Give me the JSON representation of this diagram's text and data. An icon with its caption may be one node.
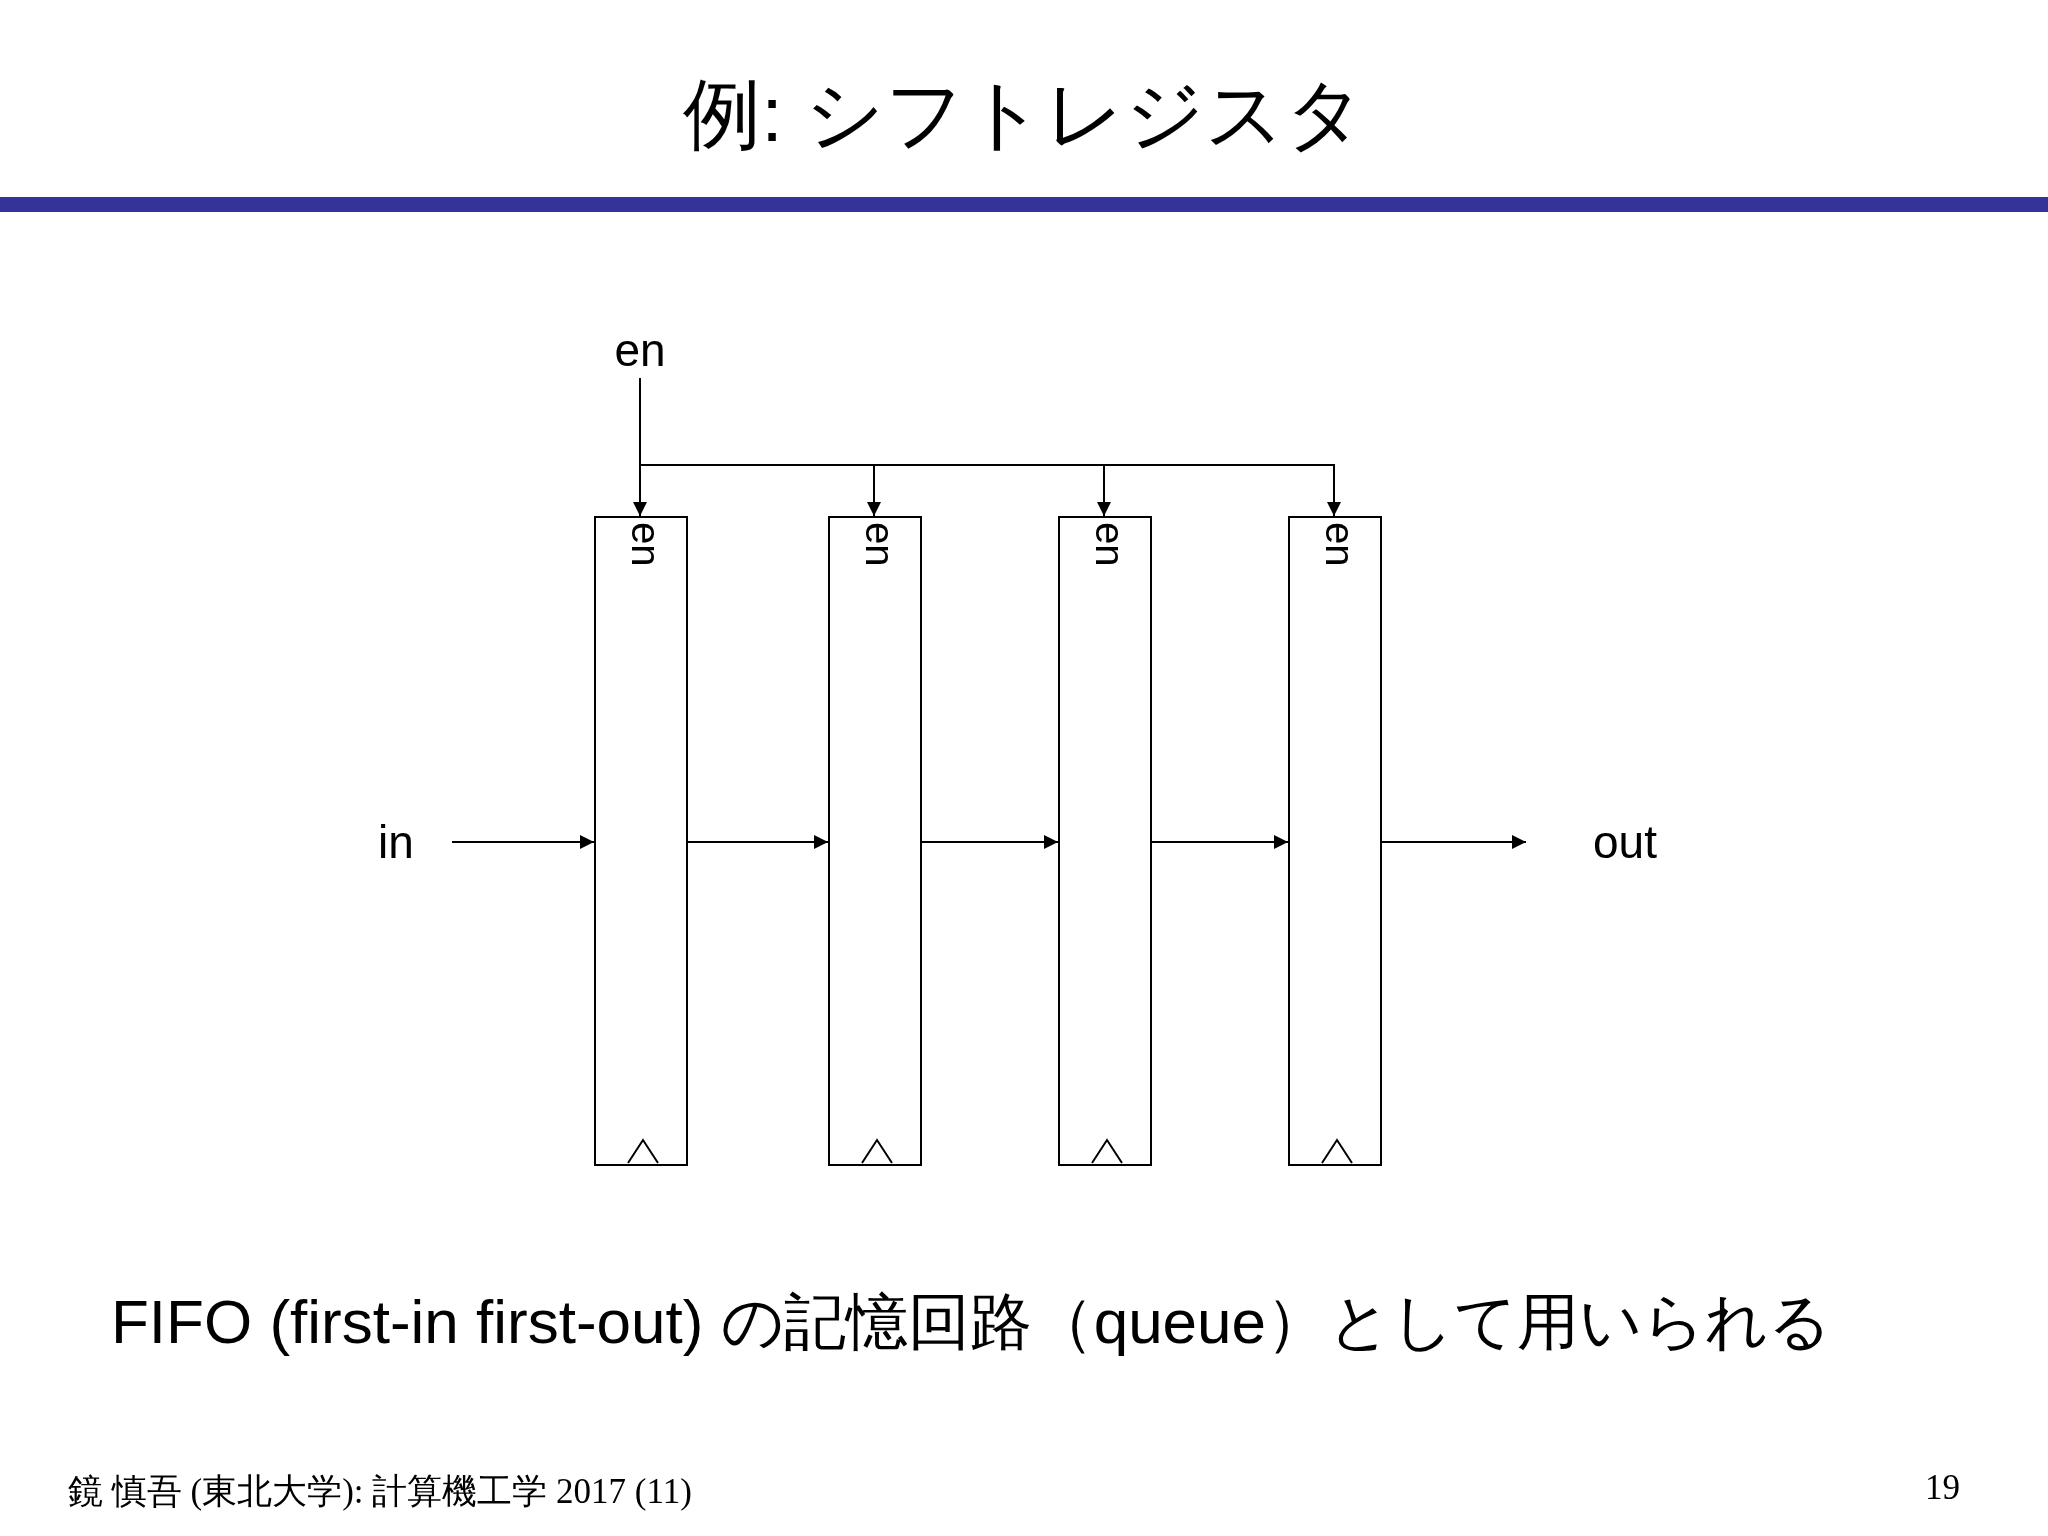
{
  "diagram": {
    "title": "例: シフトレジスタ",
    "caption": "FIFO (first-in first-out) の記憶回路（queue）として用いられる",
    "nodes": [
      {
        "text": [
          "en"
        ]
      },
      {
        "text": [
          "en"
        ]
      },
      {
        "text": [
          "en"
        ]
      },
      {
        "text": [
          "en"
        ]
      },
      {
        "text": [
          "en"
        ]
      },
      {
        "text": [
          "in"
        ]
      },
      {
        "text": [
          "out"
        ]
      }
    ],
    "edges": [
      {
        "from": 0,
        "to": 1,
        "arrow": "to"
      },
      {
        "from": 0,
        "to": 2,
        "arrow": "to"
      },
      {
        "from": 0,
        "to": 3,
        "arrow": "to"
      },
      {
        "from": 0,
        "to": 4,
        "arrow": "to"
      },
      {
        "from": 5,
        "to": 1,
        "arrow": "to"
      },
      {
        "from": 1,
        "to": 2,
        "arrow": "to"
      },
      {
        "from": 2,
        "to": 3,
        "arrow": "to"
      },
      {
        "from": 3,
        "to": 4,
        "arrow": "to"
      },
      {
        "from": 4,
        "to": 6,
        "arrow": "to"
      }
    ],
    "labels": [
      "鏡 慎吾 (東北大学): 計算機工学 2017 (11)",
      "19"
    ]
  }
}
